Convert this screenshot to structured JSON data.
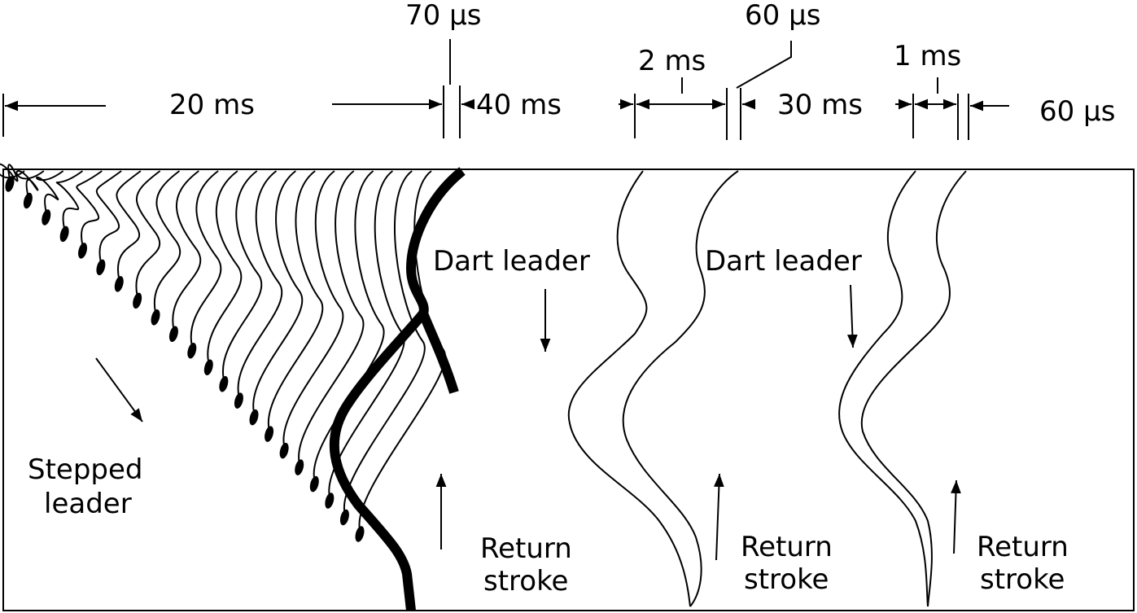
{
  "timing": {
    "stepped_duration": "20 ms",
    "gap_70us": "70 µs",
    "interval_40ms": "40 ms",
    "dart1_duration": "2 ms",
    "gap_60us_a": "60 µs",
    "interval_30ms": "30 ms",
    "dart2_duration": "1 ms",
    "gap_60us_b": "60 µs"
  },
  "labels": {
    "stepped_leader_line1": "Stepped",
    "stepped_leader_line2": "leader",
    "dart_leader_1": "Dart leader",
    "dart_leader_2": "Dart leader",
    "return_stroke_1_line1": "Return",
    "return_stroke_1_line2": "stroke",
    "return_stroke_2_line1": "Return",
    "return_stroke_2_line2": "stroke",
    "return_stroke_3_line1": "Return",
    "return_stroke_3_line2": "stroke"
  },
  "colors": {
    "ink": "#000000",
    "background": "#ffffff"
  }
}
